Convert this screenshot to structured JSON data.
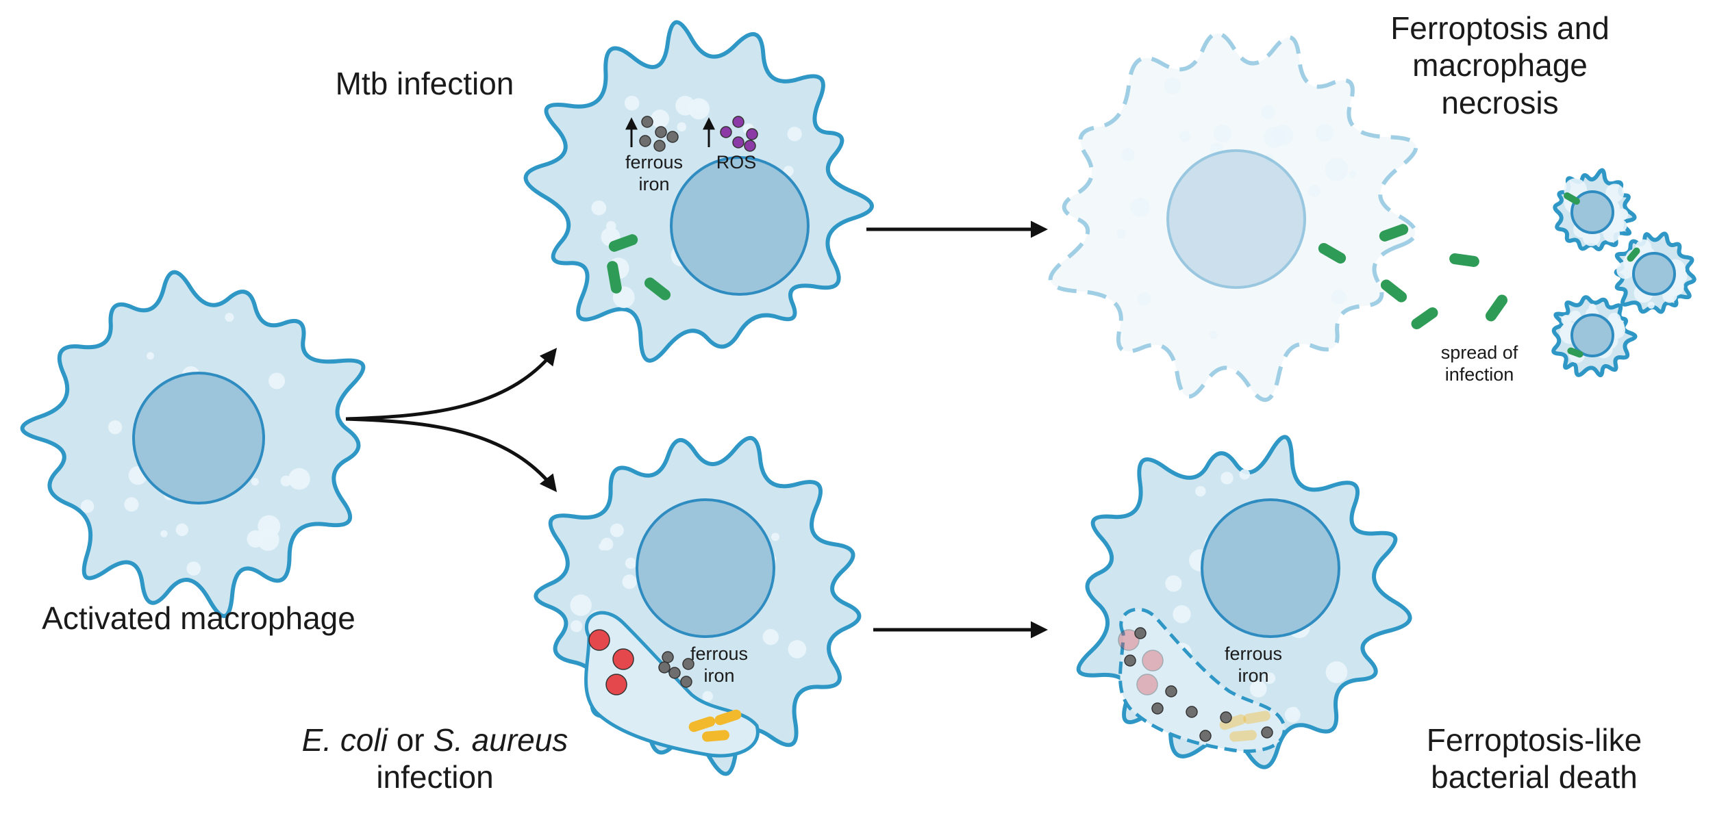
{
  "labels": {
    "mtb_infection": "Mtb infection",
    "activated_macrophage": "Activated macrophage",
    "ferroptosis_necrosis_l1": "Ferroptosis and",
    "ferroptosis_necrosis_l2": "macrophage",
    "ferroptosis_necrosis_l3": "necrosis",
    "ferrous_iron_top_l1": "ferrous",
    "ferrous_iron_top_l2": "iron",
    "ros": "ROS",
    "spread_l1": "spread of",
    "spread_l2": "infection",
    "ecoli": "E. coli",
    "or": " or ",
    "saureus": "S. aureus",
    "bact_infection_l2": "infection",
    "ferrous_iron_bl_l1": "ferrous",
    "ferrous_iron_bl_l2": "iron",
    "ferrous_iron_br_l1": "ferrous",
    "ferrous_iron_br_l2": "iron",
    "bact_death_l1": "Ferroptosis-like",
    "bact_death_l2": "bacterial death"
  },
  "colors": {
    "cell_fill": "#cfe6f1",
    "cell_edge": "#2f97c6",
    "nucleus_fill": "#9cc5dc",
    "nucleus_edge": "#2f8cc0",
    "vesicle": "#eaf5fb",
    "iron": "#6e6e6e",
    "ros": "#8c3aa6",
    "mtb": "#2e9b57",
    "red_bacteria": "#e4484d",
    "yellow_bacteria": "#f2b92c",
    "arrow": "#111111"
  },
  "icons": [
    "macrophage-cell",
    "nucleus",
    "ferrous-iron-particle",
    "ros-particle",
    "mtb-bacillus",
    "coccus",
    "rod-bacterium",
    "arrow"
  ]
}
